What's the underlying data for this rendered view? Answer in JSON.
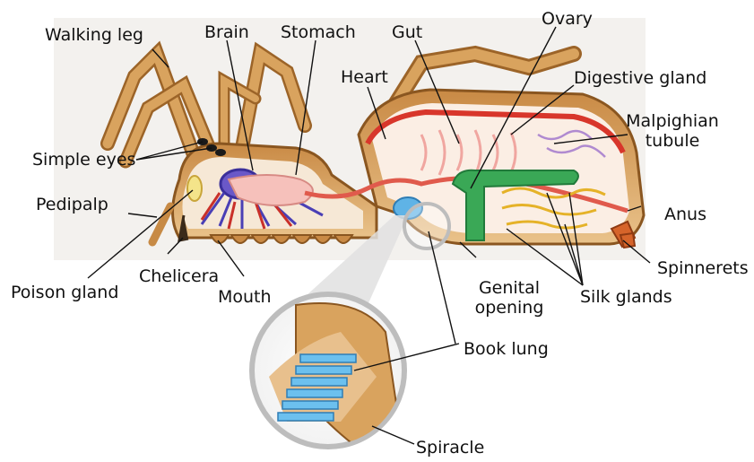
{
  "labels": {
    "walking_leg": "Walking leg",
    "brain": "Brain",
    "stomach": "Stomach",
    "gut": "Gut",
    "ovary": "Ovary",
    "heart": "Heart",
    "digestive_gland": "Digestive gland",
    "malpighian_tubule_line1": "Malpighian",
    "malpighian_tubule_line2": "tubule",
    "simple_eyes": "Simple eyes",
    "pedipalp": "Pedipalp",
    "anus": "Anus",
    "spinnerets": "Spinnerets",
    "poison_gland": "Poison gland",
    "chelicera": "Chelicera",
    "mouth": "Mouth",
    "genital_opening_line1": "Genital",
    "genital_opening_line2": "opening",
    "silk_glands": "Silk glands",
    "book_lung": "Book lung",
    "spiracle": "Spiracle"
  },
  "colors": {
    "body_tan": "#d9a35e",
    "body_dark": "#a86a2c",
    "leg": "#c78a45",
    "heart_red": "#d8362b",
    "nerve_blue": "#4a3fb5",
    "digestive_pink": "#f2b8b2",
    "ovary_green": "#2f9e4a",
    "silk_yellow": "#f0c23a",
    "lung_blue": "#5fb3e6",
    "spinneret_orange": "#d6642a",
    "leader_line": "#111111",
    "magnifier_ring": "#bdbdbd"
  }
}
